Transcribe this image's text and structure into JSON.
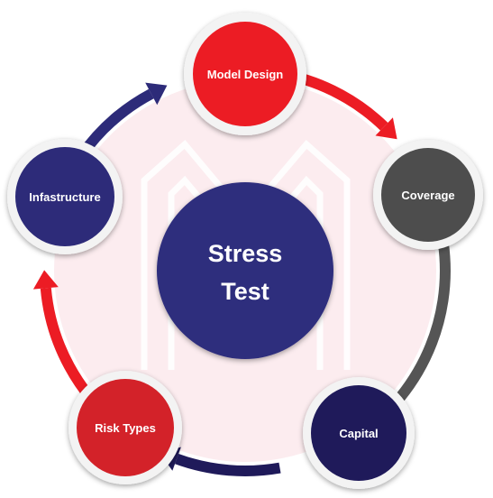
{
  "center": {
    "line1": "Stress",
    "line2": "Test",
    "color": "#2f2d7d"
  },
  "nodes": [
    {
      "label": "Model Design",
      "color": "#ec1c24"
    },
    {
      "label": "Coverage",
      "color": "#4d4d4d"
    },
    {
      "label": "Capital",
      "color": "#1f1a5a"
    },
    {
      "label": "Risk Types",
      "color": "#d32229"
    },
    {
      "label": "Infastructure",
      "color": "#2d2b79"
    }
  ],
  "colors": {
    "red": "#ec1c24",
    "gray": "#555555",
    "navy": "#1f1a5a",
    "blue": "#2d2b79",
    "watermark": "#fcecef"
  }
}
